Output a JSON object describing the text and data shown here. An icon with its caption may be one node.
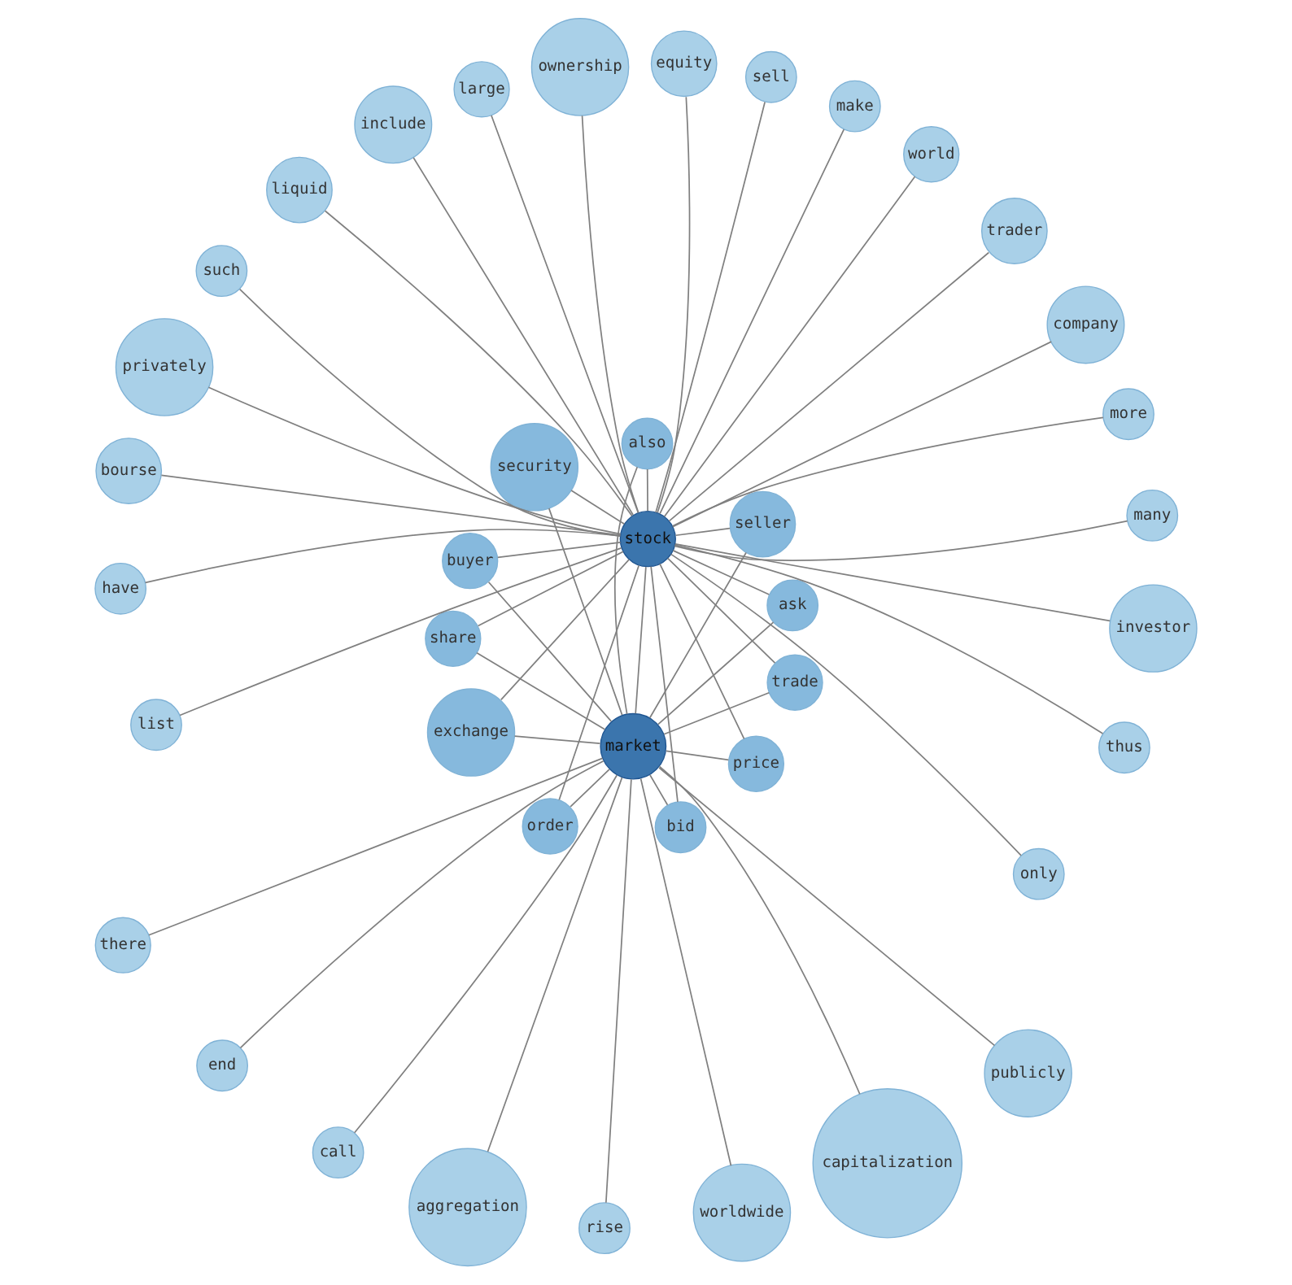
{
  "diagram": {
    "nodes": [
      {
        "text": [
          "call"
        ]
      },
      {
        "text": [
          "publicly"
        ]
      },
      {
        "text": [
          "only"
        ]
      },
      {
        "text": [
          "there"
        ]
      },
      {
        "text": [
          "capitalization"
        ]
      },
      {
        "text": [
          "include"
        ]
      },
      {
        "text": [
          "order"
        ]
      },
      {
        "text": [
          "many"
        ]
      },
      {
        "text": [
          "aggregation"
        ]
      },
      {
        "text": [
          "worldwide"
        ]
      },
      {
        "text": [
          "bid"
        ]
      },
      {
        "text": [
          "such"
        ]
      },
      {
        "text": [
          "trade"
        ]
      },
      {
        "text": [
          "market"
        ]
      },
      {
        "text": [
          "equity"
        ]
      },
      {
        "text": [
          "price"
        ]
      },
      {
        "text": [
          "investor"
        ]
      },
      {
        "text": [
          "security"
        ]
      },
      {
        "text": [
          "end"
        ]
      },
      {
        "text": [
          "buyer"
        ]
      },
      {
        "text": [
          "bourse"
        ]
      },
      {
        "text": [
          "exchange"
        ]
      },
      {
        "text": [
          "seller"
        ]
      },
      {
        "text": [
          "make"
        ]
      },
      {
        "text": [
          "stock"
        ]
      },
      {
        "text": [
          "rise"
        ]
      },
      {
        "text": [
          "ask"
        ]
      },
      {
        "text": [
          "share"
        ]
      },
      {
        "text": [
          "list"
        ]
      },
      {
        "text": [
          "more"
        ]
      },
      {
        "text": [
          "also"
        ]
      },
      {
        "text": [
          "company"
        ]
      },
      {
        "text": [
          "have"
        ]
      },
      {
        "text": [
          "large"
        ]
      },
      {
        "text": [
          "trader"
        ]
      },
      {
        "text": [
          "thus"
        ]
      },
      {
        "text": [
          "world"
        ]
      },
      {
        "text": [
          "sell"
        ]
      },
      {
        "text": [
          "liquid"
        ]
      },
      {
        "text": [
          "privately"
        ]
      },
      {
        "text": [
          "ownership"
        ]
      }
    ],
    "edges": [
      {
        "from": 13,
        "to": 0,
        "arrow": "none"
      },
      {
        "from": 13,
        "to": 1,
        "arrow": "none"
      },
      {
        "from": 13,
        "to": 3,
        "arrow": "none"
      },
      {
        "from": 13,
        "to": 4,
        "arrow": "none"
      },
      {
        "from": 13,
        "to": 6,
        "arrow": "none"
      },
      {
        "from": 13,
        "to": 8,
        "arrow": "none"
      },
      {
        "from": 13,
        "to": 9,
        "arrow": "none"
      },
      {
        "from": 13,
        "to": 10,
        "arrow": "none"
      },
      {
        "from": 13,
        "to": 12,
        "arrow": "none"
      },
      {
        "from": 13,
        "to": 15,
        "arrow": "none"
      },
      {
        "from": 13,
        "to": 17,
        "arrow": "none"
      },
      {
        "from": 13,
        "to": 18,
        "arrow": "none"
      },
      {
        "from": 13,
        "to": 19,
        "arrow": "none"
      },
      {
        "from": 13,
        "to": 21,
        "arrow": "none"
      },
      {
        "from": 13,
        "to": 22,
        "arrow": "none"
      },
      {
        "from": 13,
        "to": 24,
        "arrow": "none"
      },
      {
        "from": 13,
        "to": 25,
        "arrow": "none"
      },
      {
        "from": 13,
        "to": 26,
        "arrow": "none"
      },
      {
        "from": 13,
        "to": 27,
        "arrow": "none"
      },
      {
        "from": 13,
        "to": 30,
        "arrow": "none"
      },
      {
        "from": 24,
        "to": 2,
        "arrow": "none"
      },
      {
        "from": 24,
        "to": 5,
        "arrow": "none"
      },
      {
        "from": 24,
        "to": 6,
        "arrow": "none"
      },
      {
        "from": 24,
        "to": 7,
        "arrow": "none"
      },
      {
        "from": 24,
        "to": 10,
        "arrow": "none"
      },
      {
        "from": 24,
        "to": 11,
        "arrow": "none"
      },
      {
        "from": 24,
        "to": 12,
        "arrow": "none"
      },
      {
        "from": 24,
        "to": 14,
        "arrow": "none"
      },
      {
        "from": 24,
        "to": 15,
        "arrow": "none"
      },
      {
        "from": 24,
        "to": 16,
        "arrow": "none"
      },
      {
        "from": 24,
        "to": 17,
        "arrow": "none"
      },
      {
        "from": 24,
        "to": 19,
        "arrow": "none"
      },
      {
        "from": 24,
        "to": 20,
        "arrow": "none"
      },
      {
        "from": 24,
        "to": 21,
        "arrow": "none"
      },
      {
        "from": 24,
        "to": 22,
        "arrow": "none"
      },
      {
        "from": 24,
        "to": 23,
        "arrow": "none"
      },
      {
        "from": 24,
        "to": 26,
        "arrow": "none"
      },
      {
        "from": 24,
        "to": 27,
        "arrow": "none"
      },
      {
        "from": 24,
        "to": 28,
        "arrow": "none"
      },
      {
        "from": 24,
        "to": 29,
        "arrow": "none"
      },
      {
        "from": 24,
        "to": 30,
        "arrow": "none"
      },
      {
        "from": 24,
        "to": 31,
        "arrow": "none"
      },
      {
        "from": 24,
        "to": 32,
        "arrow": "none"
      },
      {
        "from": 24,
        "to": 33,
        "arrow": "none"
      },
      {
        "from": 24,
        "to": 34,
        "arrow": "none"
      },
      {
        "from": 24,
        "to": 35,
        "arrow": "none"
      },
      {
        "from": 24,
        "to": 36,
        "arrow": "none"
      },
      {
        "from": 24,
        "to": 37,
        "arrow": "none"
      },
      {
        "from": 24,
        "to": 38,
        "arrow": "none"
      },
      {
        "from": 24,
        "to": 39,
        "arrow": "none"
      },
      {
        "from": 24,
        "to": 40,
        "arrow": "none"
      }
    ]
  }
}
